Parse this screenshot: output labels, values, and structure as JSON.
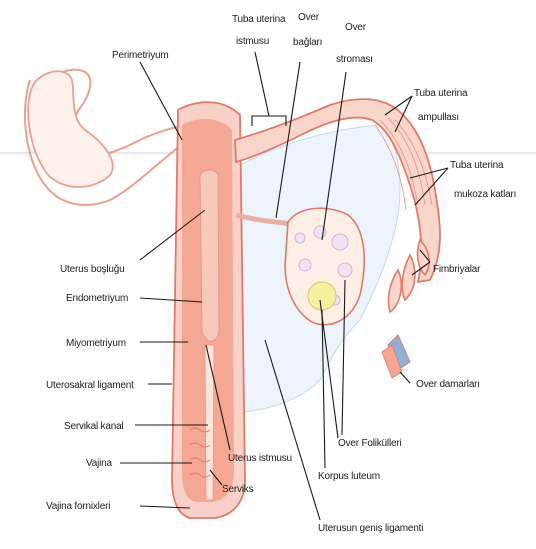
{
  "labels": {
    "perimetrium": "Perimetriyum",
    "tuba_isthmus_1": "Tuba uterina",
    "tuba_isthmus_2": "istmusu",
    "ovary_lig_1": "Over",
    "ovary_lig_2": "bağları",
    "ovary_stroma_1": "Over",
    "ovary_stroma_2": "stroması",
    "ampulla_1": "Tuba uterina",
    "ampulla_2": "ampullası",
    "mucosa_1": "Tuba uterina",
    "mucosa_2": "mukoza katları",
    "fimbriae": "Fimbriyalar",
    "uterine_cavity": "Uterus boşluğu",
    "endometrium": "Endometriyum",
    "myometrium": "Miyometriyum",
    "uterosacral": "Uterosakral ligament",
    "cervical_canal": "Servikal kanal",
    "vagina": "Vajina",
    "vaginal_fornix": "Vajina fornixleri",
    "uterine_isthmus": "Uterus istmusu",
    "cervix": "Serviks",
    "ovarian_vessels": "Over damarları",
    "ovarian_follicles": "Over Folikülleri",
    "corpus_luteum": "Korpus luteum",
    "broad_ligament": "Uterusun geniş ligamenti"
  },
  "colors": {
    "uterus_wall": "#f8d2c8",
    "myometrium": "#f4a893",
    "endometrium": "#f7c9bd",
    "outline": "#e07a6a",
    "ligament": "#eef4fb",
    "ovary": "#fbefe6",
    "follicle": "#f0e4f2",
    "corpus_luteum": "#f7f0a0",
    "vessel_blue": "#8fb0d8",
    "leader": "#1a1a1a"
  }
}
